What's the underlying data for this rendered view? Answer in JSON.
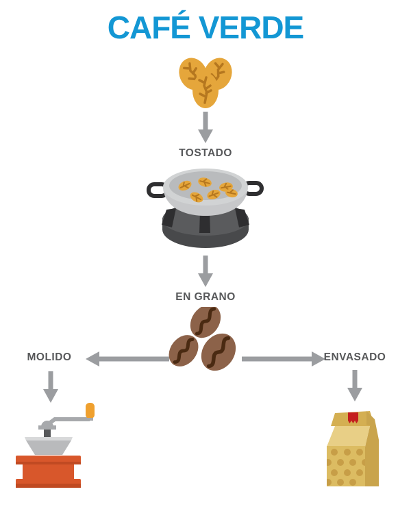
{
  "title": "CAFÉ VERDE",
  "stages": {
    "tostado": {
      "label": "TOSTADO"
    },
    "en_grano": {
      "label": "EN GRANO"
    },
    "molido": {
      "label": "MOLIDO"
    },
    "envasado": {
      "label": "ENVASADO"
    }
  },
  "flow": {
    "nodes": [
      "CAFÉ VERDE",
      "TOSTADO",
      "EN GRANO",
      "MOLIDO",
      "ENVASADO"
    ],
    "edges": [
      {
        "from": "CAFÉ VERDE",
        "to": "TOSTADO"
      },
      {
        "from": "TOSTADO",
        "to": "EN GRANO"
      },
      {
        "from": "EN GRANO",
        "to": "MOLIDO"
      },
      {
        "from": "EN GRANO",
        "to": "ENVASADO"
      }
    ]
  },
  "icons": {
    "green_beans": "green-coffee-beans-icon",
    "roasting_pan": "roasting-pan-icon",
    "roasted_beans": "coffee-beans-icon",
    "grinder": "coffee-grinder-icon",
    "bag": "coffee-bag-icon"
  },
  "colors": {
    "title_blue": "#1397D4",
    "label_gray": "#57585A",
    "arrow_gray": "#9B9DA0",
    "green_bean_gold": "#E5A63B",
    "green_bean_crack": "#B5771F",
    "pan_rim": "#D1D3D4",
    "pan_inner": "#B9BBBD",
    "pan_body": "#C7C8CA",
    "pan_handle": "#2F2F31",
    "burner_top": "#5A5B5D",
    "burner_side": "#48494B",
    "burner_leg": "#2E2E30",
    "bean_brown": "#8C6249",
    "bean_crack": "#4A2A12",
    "grinder_base": "#D8572B",
    "grinder_base_dark": "#C04A22",
    "grinder_metal": "#B9BABC",
    "grinder_metal_light": "#D8D9DA",
    "grinder_arm": "#A7A9AC",
    "grinder_stem": "#58595B",
    "knob_orange": "#EFA02E",
    "bag_tan": "#DCBC62",
    "bag_light": "#E8CF86",
    "bag_side": "#C9A44C",
    "bag_dot": "#C79E47",
    "bag_fold": "#D4AF52",
    "clip_red": "#C41E1E"
  }
}
